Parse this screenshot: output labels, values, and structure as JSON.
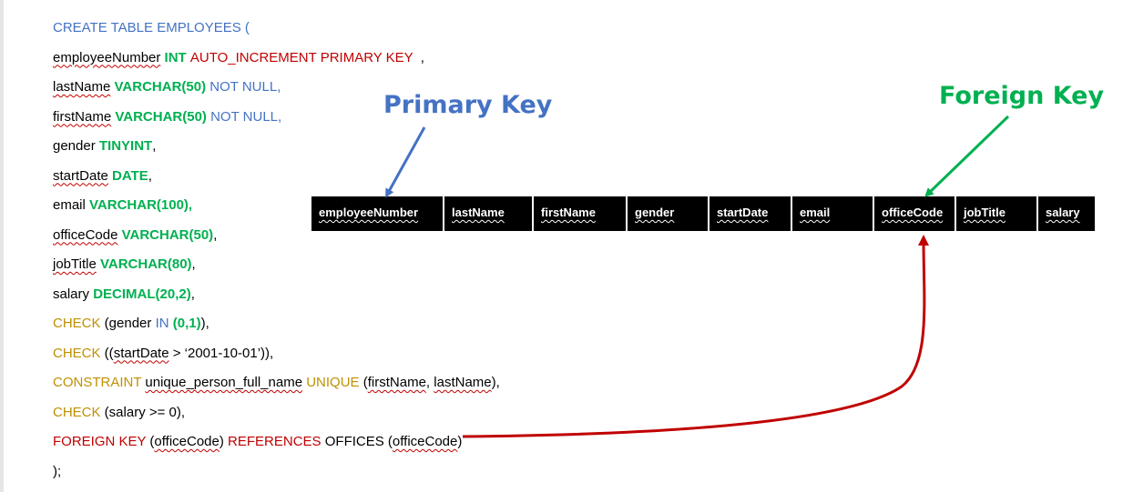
{
  "code_lines": [
    [
      {
        "t": "CREATE TABLE EMPLOYEES (",
        "c": "blue"
      }
    ],
    [
      {
        "t": "employeeNumber",
        "c": "black",
        "sq": true
      },
      {
        "t": " INT ",
        "c": "green"
      },
      {
        "t": "AUTO_INCREMENT PRIMARY KEY",
        "c": "red"
      },
      {
        "t": "  ,",
        "c": "black"
      }
    ],
    [
      {
        "t": "lastName",
        "c": "black",
        "sq": true
      },
      {
        "t": " VARCHAR(50)",
        "c": "green"
      },
      {
        "t": " NOT NULL,",
        "c": "blue"
      }
    ],
    [
      {
        "t": "firstName",
        "c": "black",
        "sq": true
      },
      {
        "t": " VARCHAR(50)",
        "c": "green"
      },
      {
        "t": " NOT NULL,",
        "c": "blue"
      }
    ],
    [
      {
        "t": "gender ",
        "c": "black"
      },
      {
        "t": "TINYINT",
        "c": "green"
      },
      {
        "t": ",",
        "c": "black"
      }
    ],
    [
      {
        "t": "startDate",
        "c": "black",
        "sq": true
      },
      {
        "t": " DATE",
        "c": "green"
      },
      {
        "t": ",",
        "c": "black"
      }
    ],
    [
      {
        "t": "email ",
        "c": "black"
      },
      {
        "t": "VARCHAR(100),",
        "c": "green"
      }
    ],
    [
      {
        "t": "officeCode",
        "c": "black",
        "sq": true
      },
      {
        "t": " VARCHAR(50)",
        "c": "green"
      },
      {
        "t": ",",
        "c": "black"
      }
    ],
    [
      {
        "t": "jobTitle",
        "c": "black",
        "sq": true
      },
      {
        "t": " VARCHAR(80)",
        "c": "green"
      },
      {
        "t": ",",
        "c": "black"
      }
    ],
    [
      {
        "t": "salary ",
        "c": "black"
      },
      {
        "t": "DECIMAL(20,2)",
        "c": "green"
      },
      {
        "t": ",",
        "c": "black"
      }
    ],
    [
      {
        "t": "CHECK",
        "c": "gold"
      },
      {
        "t": " (gender ",
        "c": "black"
      },
      {
        "t": "IN",
        "c": "blue"
      },
      {
        "t": " ",
        "c": "black"
      },
      {
        "t": "(0,1)",
        "c": "green"
      },
      {
        "t": "),",
        "c": "black"
      }
    ],
    [
      {
        "t": "CHECK",
        "c": "gold"
      },
      {
        "t": " ((",
        "c": "black"
      },
      {
        "t": "startDate",
        "c": "black",
        "sq": true
      },
      {
        "t": " > ‘2001-10-01’)),",
        "c": "black"
      }
    ],
    [
      {
        "t": "CONSTRAINT",
        "c": "gold"
      },
      {
        "t": " ",
        "c": "black"
      },
      {
        "t": "unique_person_full_name",
        "c": "black",
        "sq": true
      },
      {
        "t": " UNIQUE",
        "c": "gold"
      },
      {
        "t": " (",
        "c": "black"
      },
      {
        "t": "firstName",
        "c": "black",
        "sq": true
      },
      {
        "t": ", ",
        "c": "black"
      },
      {
        "t": "lastName",
        "c": "black",
        "sq": true
      },
      {
        "t": "),",
        "c": "black"
      }
    ],
    [
      {
        "t": "CHECK",
        "c": "gold"
      },
      {
        "t": " (salary >= 0),",
        "c": "black"
      }
    ],
    [
      {
        "t": "FOREIGN KEY",
        "c": "red"
      },
      {
        "t": " (",
        "c": "black"
      },
      {
        "t": "officeCode",
        "c": "black",
        "sq": true
      },
      {
        "t": ") ",
        "c": "black"
      },
      {
        "t": "REFERENCES",
        "c": "red"
      },
      {
        "t": " OFFICES (",
        "c": "black"
      },
      {
        "t": "officeCode",
        "c": "black",
        "sq": true
      },
      {
        "t": ")",
        "c": "black"
      }
    ],
    [
      {
        "t": ");",
        "c": "black"
      }
    ]
  ],
  "table_columns": [
    "employeeNumber",
    "lastName",
    "firstName",
    "gender",
    "startDate",
    "email",
    "officeCode",
    "jobTitle",
    "salary"
  ],
  "labels": {
    "primary_key": "Primary Key",
    "foreign_key": "Foreign Key"
  },
  "colors": {
    "primary_key": "#4472c4",
    "foreign_key": "#00b050",
    "reference_arrow": "#c00000"
  }
}
